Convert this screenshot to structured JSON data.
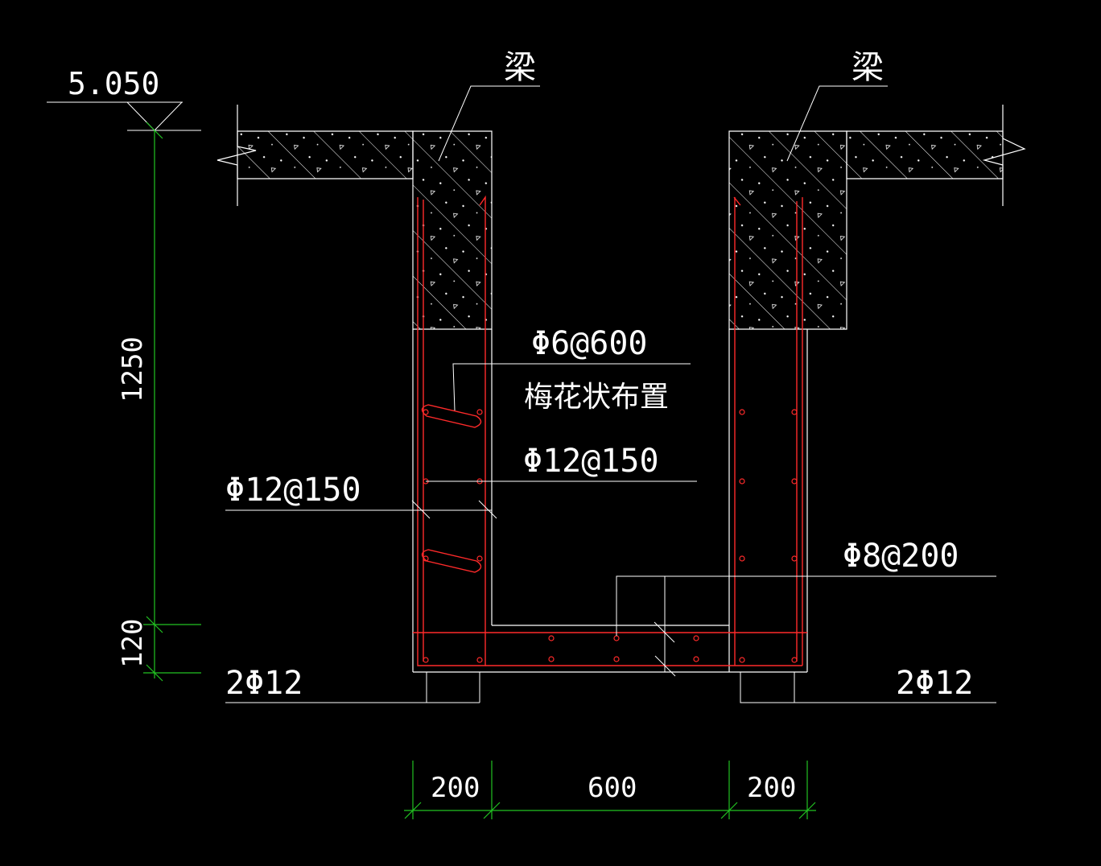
{
  "elevation": "5.050",
  "beam_left_label": "梁",
  "beam_right_label": "梁",
  "tie_spec": "Φ6@600",
  "tie_note": "梅花状布置",
  "inner_rebar": "Φ12@150",
  "outer_rebar": "Φ12@150",
  "bottom_rebar": "Φ8@200",
  "corner_bars_left": "2Φ12",
  "corner_bars_right": "2Φ12",
  "dim_height_wall": "1250",
  "dim_height_slab": "120",
  "dim_width_left": "200",
  "dim_width_mid": "600",
  "dim_width_right": "200",
  "colors": {
    "background": "#000000",
    "line": "#ffffff",
    "rebar": "#ff2a2a",
    "dimension": "#22c322"
  }
}
